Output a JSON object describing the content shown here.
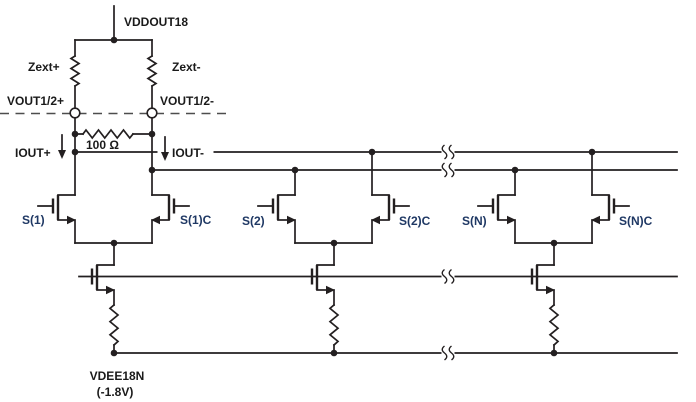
{
  "diagram": {
    "labels": {
      "vdd": "VDDOUT18",
      "zext_plus": "Zext+",
      "zext_minus": "Zext-",
      "vout_plus": "VOUT1/2+",
      "vout_minus": "VOUT1/2-",
      "termination": "100 Ω",
      "iout_plus": "IOUT+",
      "iout_minus": "IOUT-",
      "vss": "VDEE18N",
      "vss_voltage": "(-1.8V)"
    },
    "cells": [
      {
        "switch": "S(1)",
        "switch_c": "S(1)C"
      },
      {
        "switch": "S(2)",
        "switch_c": "S(2)C"
      },
      {
        "switch": "S(N)",
        "switch_c": "S(N)C"
      }
    ],
    "colors": {
      "wire": "#231f20",
      "label": "#1a1a1a",
      "switch_label": "#1f3864",
      "boundary": "#4d4d4d",
      "background": "#ffffff"
    }
  }
}
